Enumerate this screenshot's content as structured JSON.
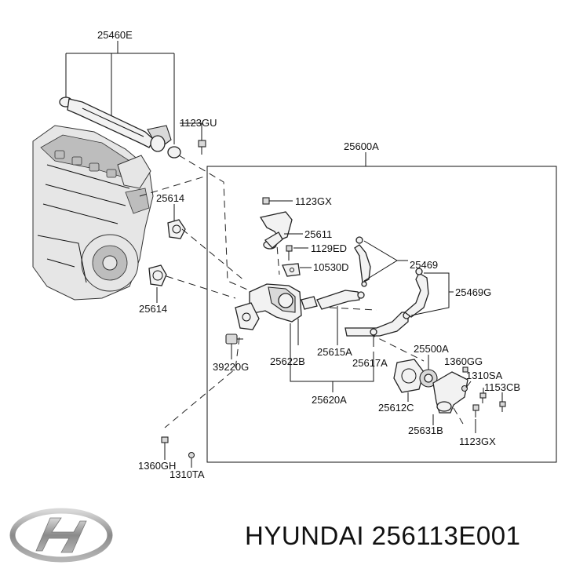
{
  "labels": {
    "l25460E": "25460E",
    "l1123GU": "1123GU",
    "l25600A": "25600A",
    "l25614a": "25614",
    "l25614b": "25614",
    "l1123GXa": "1123GX",
    "l25611": "25611",
    "l1129ED": "1129ED",
    "l10530D": "10530D",
    "l25469": "25469",
    "l25469G": "25469G",
    "l39220G": "39220G",
    "l25622B": "25622B",
    "l25615A": "25615A",
    "l25617A": "25617A",
    "l25500A": "25500A",
    "l1360GG": "1360GG",
    "l1310SA": "1310SA",
    "l1153CB": "1153CB",
    "l25620A": "25620A",
    "l25612C": "25612C",
    "l25631B": "25631B",
    "l1123GXb": "1123GX",
    "l1360GH": "1360GH",
    "l1310TA": "1310TA"
  },
  "footer": {
    "brand_text": "HYUNDAI 256113E001"
  }
}
